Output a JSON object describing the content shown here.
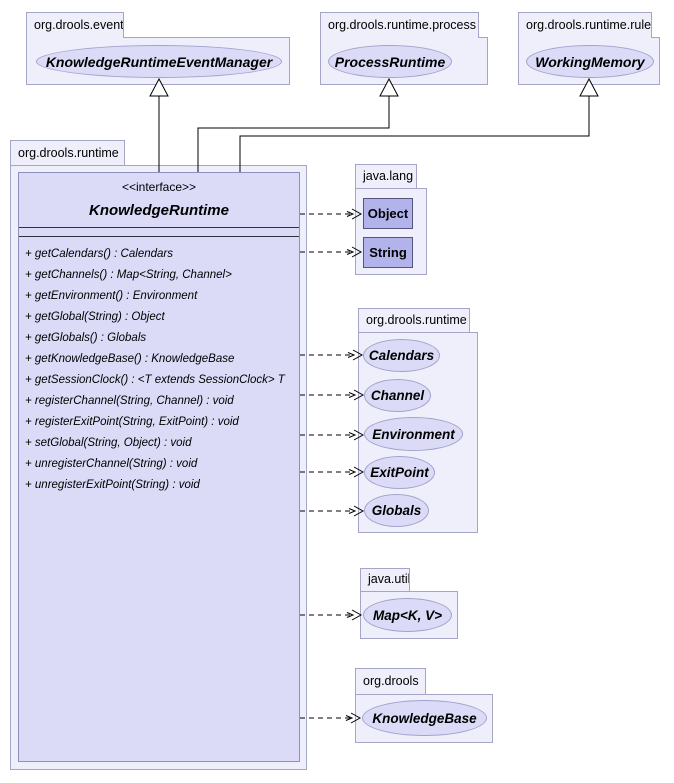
{
  "diagram": {
    "kind": "uml-class-diagram",
    "subject": "KnowledgeRuntime"
  },
  "colors": {
    "package_fill": "#efeffb",
    "package_border": "#a5a5c8",
    "node_fill": "#dbdbf8",
    "node_border": "#a2a2cc",
    "class_fill": "#b3b3ec",
    "class_border": "#55557f",
    "line": "#000000"
  },
  "packages": {
    "event": "org.drools.event",
    "runtime_process": "org.drools.runtime.process",
    "runtime_rule": "org.drools.runtime.rule",
    "runtime_main": "org.drools.runtime",
    "java_lang": "java.lang",
    "runtime_types": "org.drools.runtime",
    "java_util": "java.util",
    "drools": "org.drools"
  },
  "interfaces": {
    "knowledge_runtime_event_manager": "KnowledgeRuntimeEventManager",
    "process_runtime": "ProcessRuntime",
    "working_memory": "WorkingMemory",
    "calendars": "Calendars",
    "channel": "Channel",
    "environment": "Environment",
    "exit_point": "ExitPoint",
    "globals": "Globals",
    "map_kv": "Map<K, V>",
    "knowledge_base": "KnowledgeBase"
  },
  "classes": {
    "object": "Object",
    "string": "String"
  },
  "main_interface": {
    "stereotype": "<<interface>>",
    "name": "KnowledgeRuntime",
    "methods": [
      "+ getCalendars() : Calendars",
      "+ getChannels() : Map<String, Channel>",
      "+ getEnvironment() : Environment",
      "+ getGlobal(String) : Object",
      "+ getGlobals() : Globals",
      "+ getKnowledgeBase() : KnowledgeBase",
      "+ getSessionClock() : <T extends SessionClock> T",
      "+ registerChannel(String, Channel) : void",
      "+ registerExitPoint(String, ExitPoint) : void",
      "+ setGlobal(String, Object) : void",
      "+ unregisterChannel(String) : void",
      "+ unregisterExitPoint(String) : void"
    ]
  }
}
